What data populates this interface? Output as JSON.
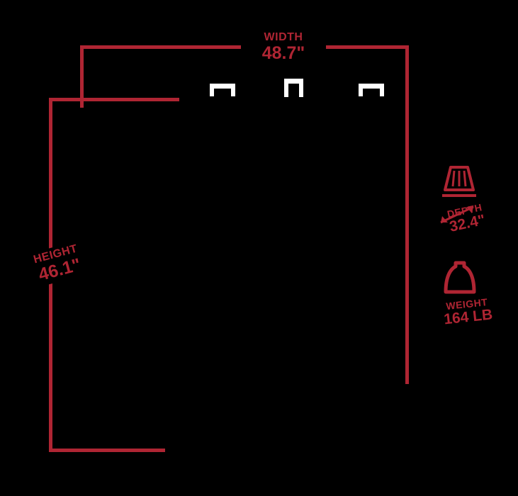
{
  "colors": {
    "background": "#000000",
    "accent": "#AF2533",
    "white": "#FFFFFF"
  },
  "dims": {
    "width": {
      "label": "WIDTH",
      "value": "48.7\""
    },
    "height": {
      "label": "HEIGHT",
      "value": "46.1\""
    },
    "depth": {
      "label": "DEPTH",
      "value": "32.4\""
    },
    "weight": {
      "label": "WEIGHT",
      "value": "164 LB"
    }
  },
  "icons": {
    "depth_icon": "grill-depth-icon",
    "depth_arrow": "diagonal-depth-arrow-icon",
    "weight_icon": "weight-kettle-icon",
    "handles": "white-handle-marks"
  }
}
